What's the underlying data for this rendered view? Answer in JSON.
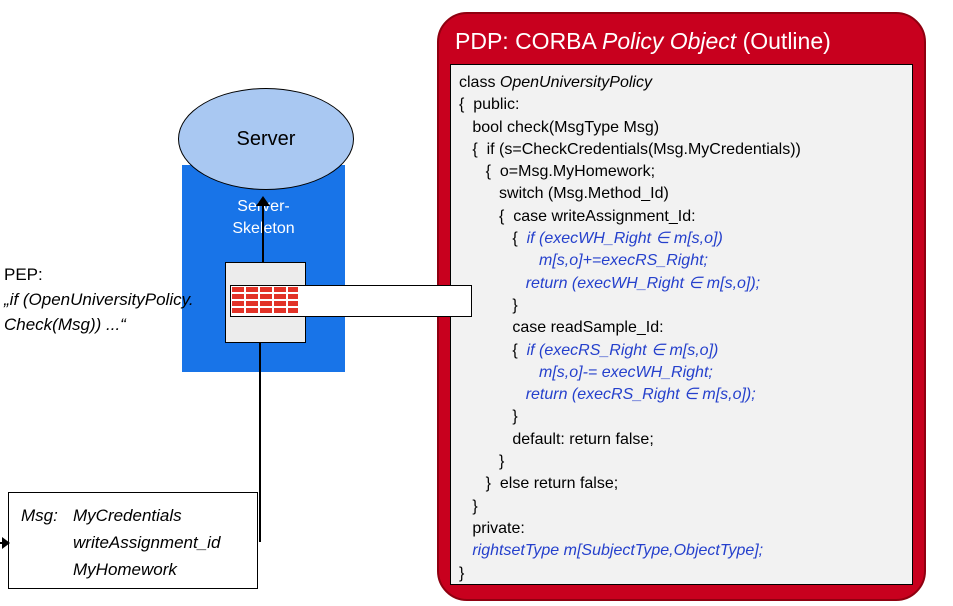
{
  "colors": {
    "server-blue": "#1874e8",
    "ellipse-blue": "#a9c8f2",
    "box-gray": "#ececec",
    "brick-red": "#e23227",
    "panel-red": "#c8001e",
    "panel-bg": "#f2f2f2",
    "code-blue": "#2540cc"
  },
  "diagram": {
    "server_label": "Server",
    "skeleton_line1": "Server-",
    "skeleton_line2": "Skeleton",
    "pep": {
      "title": "PEP:",
      "line1": "„if (OpenUniversityPolicy.",
      "line2": "Check(Msg)) ...“"
    },
    "msg_box": {
      "label": "Msg:",
      "items": [
        "MyCredentials",
        "writeAssignment_id",
        "MyHomework"
      ]
    }
  },
  "pdp": {
    "title_prefix": "PDP: CORBA ",
    "title_italic": "Policy Object",
    "title_suffix": " (Outline)",
    "code_lines": [
      [
        [
          "class ",
          "n"
        ],
        [
          "OpenUniversityPolicy",
          "i"
        ]
      ],
      [
        [
          "{  public:",
          "n"
        ]
      ],
      [
        [
          "   bool check(MsgType Msg)",
          "n"
        ]
      ],
      [
        [
          "   {  if (s=CheckCredentials(Msg.MyCredentials))",
          "n"
        ]
      ],
      [
        [
          "      {  o=Msg.MyHomework;",
          "n"
        ]
      ],
      [
        [
          "         switch (Msg.Method_Id)",
          "n"
        ]
      ],
      [
        [
          "         {  case writeAssignment_Id:",
          "n"
        ]
      ],
      [
        [
          "            {  ",
          "n"
        ],
        [
          "if (execWH_Right ∈ m[s,o])",
          "b"
        ]
      ],
      [
        [
          "                  ",
          "n"
        ],
        [
          "m[s,o]+=execRS_Right;",
          "b"
        ]
      ],
      [
        [
          "               ",
          "n"
        ],
        [
          "return (execWH_Right ∈ m[s,o]);",
          "b"
        ]
      ],
      [
        [
          "            }",
          "n"
        ]
      ],
      [
        [
          "            case readSample_Id:",
          "n"
        ]
      ],
      [
        [
          "            {  ",
          "n"
        ],
        [
          "if (execRS_Right ∈ m[s,o])",
          "b"
        ]
      ],
      [
        [
          "                  ",
          "n"
        ],
        [
          "m[s,o]-= execWH_Right;",
          "b"
        ]
      ],
      [
        [
          "               ",
          "n"
        ],
        [
          "return (execRS_Right ∈ m[s,o]);",
          "b"
        ]
      ],
      [
        [
          "            }",
          "n"
        ]
      ],
      [
        [
          "            default: return false;",
          "n"
        ]
      ],
      [
        [
          "         }",
          "n"
        ]
      ],
      [
        [
          "      }  else return false;",
          "n"
        ]
      ],
      [
        [
          "   }",
          "n"
        ]
      ],
      [
        [
          "   private:",
          "n"
        ]
      ],
      [
        [
          "   ",
          "n"
        ],
        [
          "rightsetType m[SubjectType,ObjectType];",
          "b"
        ]
      ],
      [
        [
          "}",
          "n"
        ]
      ]
    ]
  }
}
